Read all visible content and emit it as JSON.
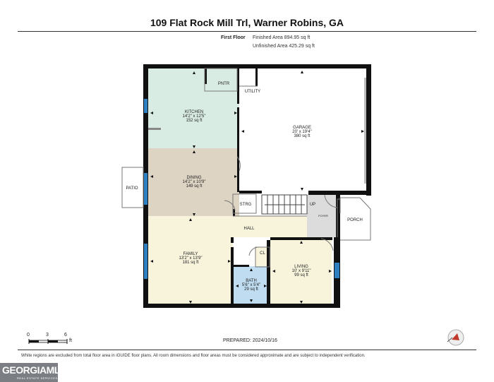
{
  "header": {
    "address": "109 Flat Rock Mill Trl, Warner Robins, GA",
    "floor_label": "First Floor",
    "finished_area": "Finished Area 894.95 sq ft",
    "unfinished_area": "Unfinished Area 425.29 sq ft"
  },
  "rooms": {
    "kitchen": {
      "name": "KITCHEN",
      "dims": "14'2\" x 12'5\"",
      "area": "152 sq ft"
    },
    "pantry": {
      "name": "PNTR"
    },
    "utility": {
      "name": "UTILITY"
    },
    "garage": {
      "name": "GARAGE",
      "dims": "20' x 19'4\"",
      "area": "380 sq ft"
    },
    "dining": {
      "name": "DINING",
      "dims": "14'2\" x 10'9\"",
      "area": "149 sq ft"
    },
    "patio": {
      "name": "PATIO"
    },
    "storage": {
      "name": "STRG"
    },
    "stairs": {
      "name": "UP"
    },
    "foyer": {
      "name": "FOYER"
    },
    "porch": {
      "name": "PORCH"
    },
    "hall": {
      "name": "HALL"
    },
    "closet": {
      "name": "CL"
    },
    "family": {
      "name": "FAMILY",
      "dims": "13'2\" x 13'9\"",
      "area": "181 sq ft"
    },
    "bath": {
      "name": "BATH",
      "dims": "5'6\" x 5'4\"",
      "area": "29 sq ft"
    },
    "living": {
      "name": "LIVING",
      "dims": "10' x 9'11\"",
      "area": "99 sq ft"
    }
  },
  "scale": {
    "ticks": [
      "0",
      "3",
      "6"
    ],
    "unit": "ft"
  },
  "footer": {
    "prepared": "PREPARED: 2024/10/16",
    "disclaimer": "White regions are excluded from total floor area in iGUIDE floor plans. All room dimensions and floor areas must be considered approximate and are subject to independent verification.",
    "logo_main": "GEORGIAMLS",
    "logo_sub": "REAL ESTATE SERVICES"
  },
  "colors": {
    "kitchen_fill": "#d9ece4",
    "dining_fill": "#ddd4c4",
    "family_fill": "#f8f4dc",
    "bath_fill": "#bfdcf0",
    "foyer_fill": "#dcdcdc",
    "wall": "#111111",
    "window": "#2f80c0",
    "compass_accent": "#c0392b"
  }
}
